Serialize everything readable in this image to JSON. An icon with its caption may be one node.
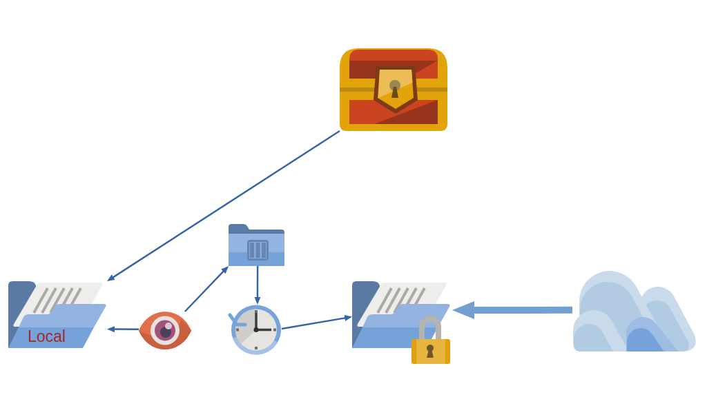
{
  "diagram": {
    "nodes": [
      {
        "text": [],
        "shape": "picture"
      },
      {
        "text": [
          "Local"
        ]
      },
      {
        "text": [],
        "shape": "picture"
      },
      {
        "text": [],
        "shape": "picture"
      },
      {
        "text": [],
        "shape": "picture"
      },
      {
        "text": [],
        "shape": "picture"
      },
      {
        "text": [],
        "shape": "picture"
      }
    ],
    "edges": [
      {
        "from": 0,
        "to": 1,
        "arrow": "to"
      },
      {
        "from": 2,
        "to": 1,
        "arrow": "to"
      },
      {
        "from": 2,
        "to": 3,
        "arrow": "to"
      },
      {
        "from": 3,
        "to": 4,
        "arrow": "to"
      },
      {
        "from": 4,
        "to": 5,
        "arrow": "to"
      },
      {
        "from": 6,
        "to": 5,
        "arrow": "to",
        "style": "thick",
        "color": "#729fcf"
      }
    ]
  }
}
